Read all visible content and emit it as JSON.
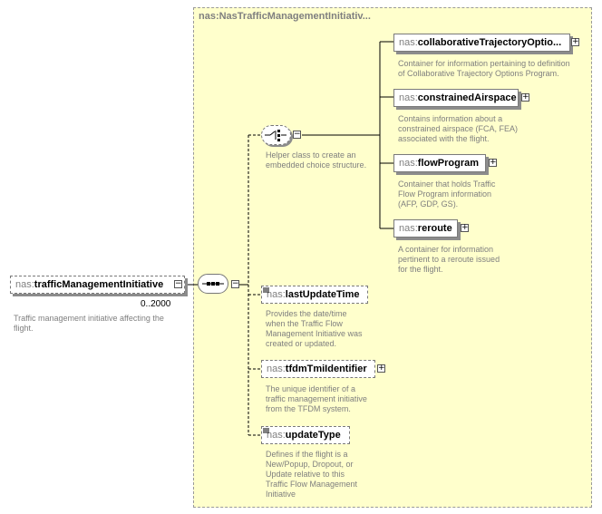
{
  "type_box": {
    "title": "nas:NasTrafficManagementInitiativ..."
  },
  "root": {
    "prefix": "nas:",
    "name": "trafficManagementInitiative",
    "occurrence": "0..2000",
    "description": "Traffic management initiative affecting the\nflight.",
    "toggle": "−"
  },
  "sequence": {
    "toggle": "−"
  },
  "choice": {
    "toggle": "−",
    "description": "Helper class to create an\nembedded choice structure."
  },
  "choice_elements": [
    {
      "prefix": "nas:",
      "name": "collaborativeTrajectoryOptio...",
      "toggle": "+",
      "description": "Container for information pertaining to definition\nof Collaborative Trajectory Options Program."
    },
    {
      "prefix": "nas:",
      "name": "constrainedAirspace",
      "toggle": "+",
      "description": "Contains information about a\nconstrained airspace (FCA, FEA)\nassociated with the flight."
    },
    {
      "prefix": "nas:",
      "name": "flowProgram",
      "toggle": "+",
      "description": "Container that holds Traffic\nFlow Program information\n(AFP, GDP, GS)."
    },
    {
      "prefix": "nas:",
      "name": "reroute",
      "toggle": "+",
      "description": "A container for information\npertinent to a reroute issued\nfor the flight."
    }
  ],
  "sequence_elements": [
    {
      "prefix": "nas:",
      "name": "lastUpdateTime",
      "toggle": "",
      "description": " Provides the date/time\nwhen the Traffic Flow\nManagement Initiative was\ncreated or updated."
    },
    {
      "prefix": "nas:",
      "name": "tfdmTmiIdentifier",
      "toggle": "+",
      "description": "The unique identifier of a\ntraffic management initiative\nfrom the TFDM system."
    },
    {
      "prefix": "nas:",
      "name": "updateType",
      "toggle": "",
      "description": " Defines if the flight is a\nNew/Popup, Dropout, or\nUpdate relative to this\nTraffic Flow Management\nInitiative"
    }
  ]
}
